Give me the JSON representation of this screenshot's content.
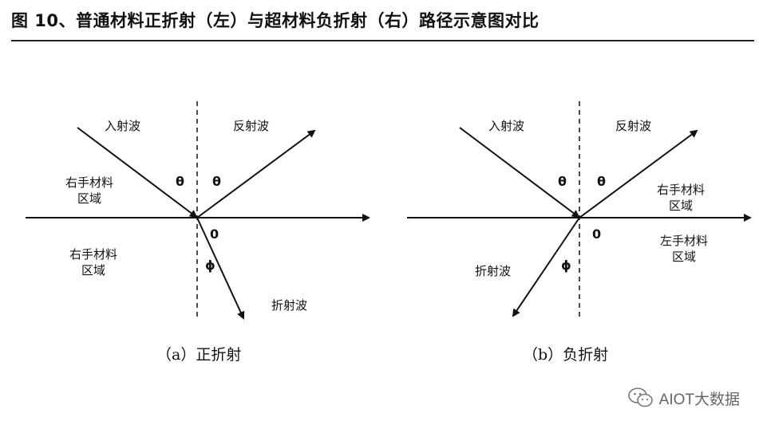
{
  "header": {
    "title": "图 10、普通材料正折射（左）与超材料负折射（右）路径示意图对比"
  },
  "diagram_left": {
    "incident_label": "入射波",
    "reflected_label": "反射波",
    "region_top_line1": "右手材料",
    "region_top_line2": "区域",
    "region_bottom_line1": "右手材料",
    "region_bottom_line2": "区域",
    "theta_left": "θ",
    "theta_right": "θ",
    "origin_label": "0",
    "phi": "ϕ",
    "refracted_label": "折射波",
    "caption": "（a）正折射"
  },
  "diagram_right": {
    "incident_label": "入射波",
    "reflected_label": "反射波",
    "region_top_line1": "右手材料",
    "region_top_line2": "区域",
    "region_bottom_line1": "左手材料",
    "region_bottom_line2": "区域",
    "theta_left": "θ",
    "theta_right": "θ",
    "origin_label": "0",
    "phi": "ϕ",
    "refracted_label": "折射波",
    "caption": "（b）负折射"
  },
  "watermark": {
    "text": "AIOT大数据",
    "icon": "wechat-icon"
  }
}
